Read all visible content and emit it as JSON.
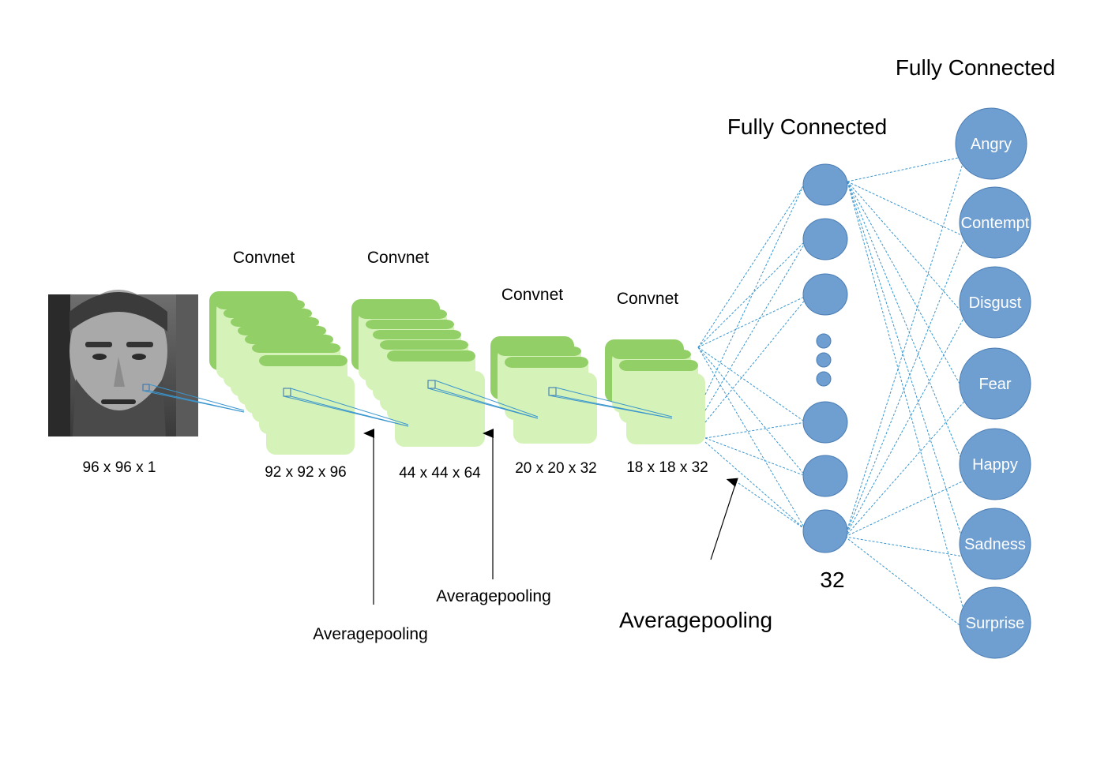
{
  "input": {
    "dims": "96 x 96 x 1"
  },
  "conv_layers": [
    {
      "label": "Convnet",
      "dims": "92 x 92 x 96"
    },
    {
      "label": "Convnet",
      "dims": "44 x 44 x 64"
    },
    {
      "label": "Convnet",
      "dims": "20 x 20 x 32"
    },
    {
      "label": "Convnet",
      "dims": "18 x 18 x 32"
    }
  ],
  "pooling": [
    {
      "label": "Averagepooling"
    },
    {
      "label": "Averagepooling"
    },
    {
      "label": "Averagepooling"
    }
  ],
  "hidden_fc": {
    "title": "Fully Connected",
    "units": "32"
  },
  "output_fc": {
    "title": "Fully Connected",
    "classes": [
      "Angry",
      "Contempt",
      "Disgust",
      "Fear",
      "Happy",
      "Sadness",
      "Surprise"
    ]
  },
  "colors": {
    "layer_fill": "#d5f2b8",
    "layer_edge": "#92cf66",
    "node_fill": "#6f9fd1",
    "node_stroke": "#4a7cb3",
    "connection": "#3a96cf",
    "text": "#000000"
  }
}
